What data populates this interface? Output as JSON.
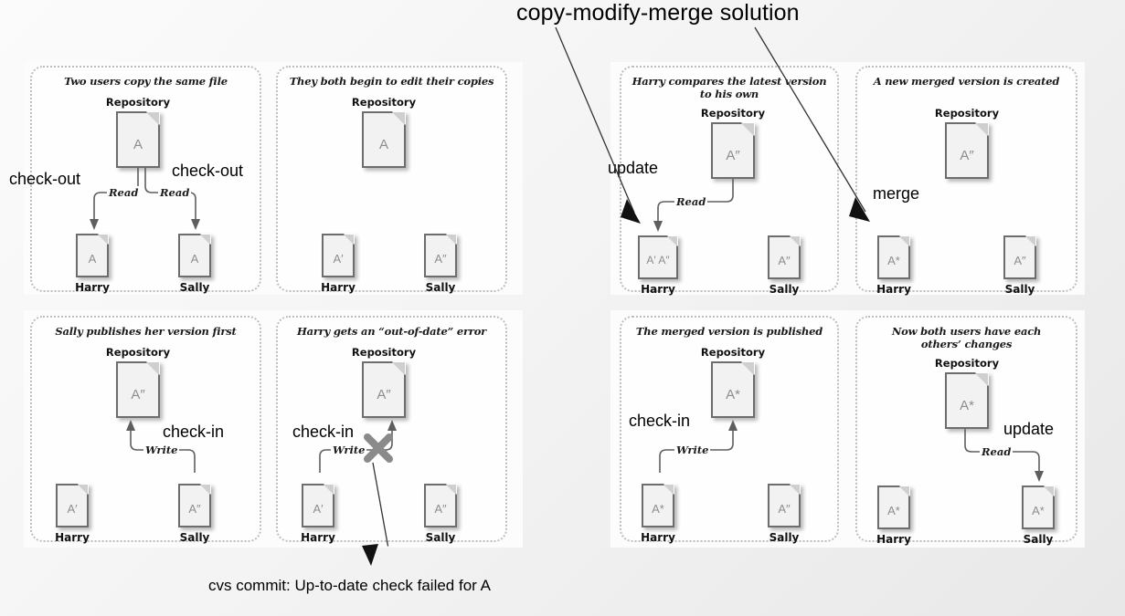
{
  "title": "copy-modify-merge solution",
  "bottom_caption": "cvs commit: Up-to-date check failed for A",
  "labels": {
    "repository": "Repository",
    "harry": "Harry",
    "sally": "Sally",
    "read": "Read",
    "write": "Write"
  },
  "panels": [
    {
      "id": "panel-two-users-copy",
      "title": "Two users copy the same file",
      "repo_glyph": "A",
      "harry_glyph": "A",
      "sally_glyph": "A",
      "flow": [
        "Read",
        "Read"
      ],
      "callouts": [
        "check-out",
        "check-out"
      ]
    },
    {
      "id": "panel-both-edit",
      "title": "They both begin to edit their copies",
      "repo_glyph": "A",
      "harry_glyph": "A′",
      "sally_glyph": "A″",
      "flow": [],
      "callouts": []
    },
    {
      "id": "panel-harry-compares",
      "title_line1": "Harry compares the latest version",
      "title_line2": "to his own",
      "repo_glyph": "A″",
      "harry_glyph": "A′ A″",
      "sally_glyph": "A″",
      "flow": [
        "Read"
      ],
      "callouts": [
        "update"
      ]
    },
    {
      "id": "panel-new-merged",
      "title": "A new merged version is created",
      "repo_glyph": "A″",
      "harry_glyph": "A*",
      "sally_glyph": "A″",
      "flow": [],
      "callouts": [
        "merge"
      ]
    },
    {
      "id": "panel-sally-publishes",
      "title": "Sally publishes her version first",
      "repo_glyph": "A″",
      "harry_glyph": "A′",
      "sally_glyph": "A″",
      "flow": [
        "Write"
      ],
      "callouts": [
        "check-in"
      ]
    },
    {
      "id": "panel-out-of-date",
      "title": "Harry gets an “out-of-date” error",
      "repo_glyph": "A″",
      "harry_glyph": "A′",
      "sally_glyph": "A″",
      "flow": [
        "Write"
      ],
      "callouts": [
        "check-in"
      ],
      "blocked": true
    },
    {
      "id": "panel-merged-published",
      "title": "The merged version is published",
      "repo_glyph": "A*",
      "harry_glyph": "A*",
      "sally_glyph": "A″",
      "flow": [
        "Write"
      ],
      "callouts": [
        "check-in"
      ]
    },
    {
      "id": "panel-both-have-changes",
      "title_line1": "Now both users have each",
      "title_line2": "others’ changes",
      "repo_glyph": "A*",
      "harry_glyph": "A*",
      "sally_glyph": "A*",
      "flow": [
        "Read"
      ],
      "callouts": [
        "update"
      ]
    }
  ],
  "colors": {
    "background": "#f1f1f1",
    "panel_border": "#bdbdbd",
    "doc_border": "#6d6d6d",
    "doc_fill": "#f2f2f2",
    "glyph": "#8d8d8d",
    "connector": "#5e5e5e",
    "text": "#000000"
  }
}
